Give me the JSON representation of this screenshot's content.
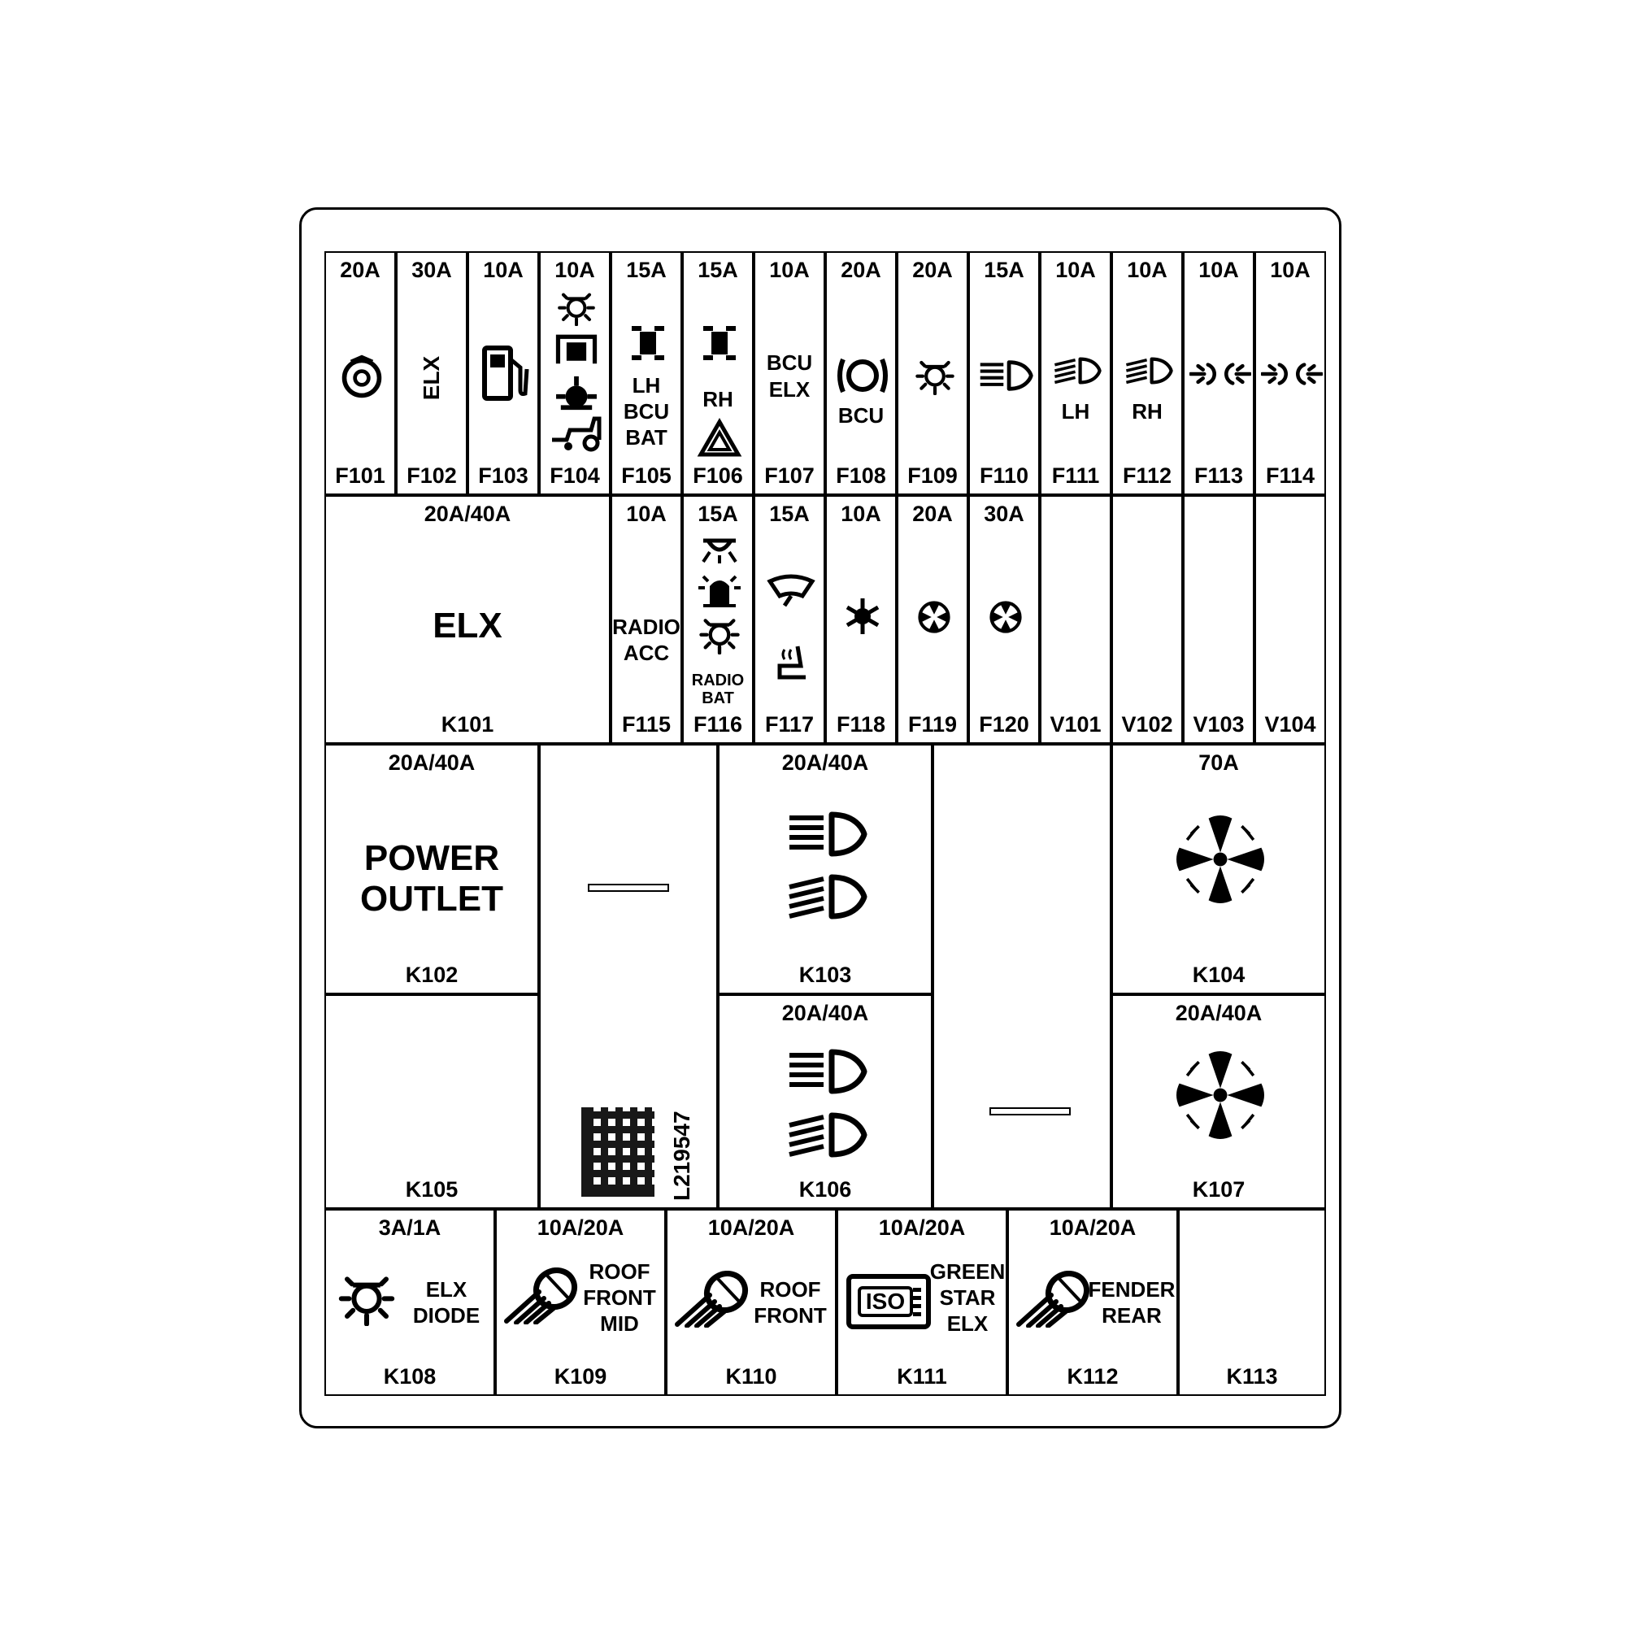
{
  "row1": [
    {
      "id": "F101",
      "rating": "20A"
    },
    {
      "id": "F102",
      "rating": "30A",
      "text": "ELX"
    },
    {
      "id": "F103",
      "rating": "10A"
    },
    {
      "id": "F104",
      "rating": "10A"
    },
    {
      "id": "F105",
      "rating": "15A",
      "lines": [
        "LH",
        "BCU",
        "BAT"
      ]
    },
    {
      "id": "F106",
      "rating": "15A",
      "text": "RH"
    },
    {
      "id": "F107",
      "rating": "10A",
      "lines": [
        "BCU",
        "ELX"
      ]
    },
    {
      "id": "F108",
      "rating": "20A",
      "text": "BCU"
    },
    {
      "id": "F109",
      "rating": "20A"
    },
    {
      "id": "F110",
      "rating": "15A"
    },
    {
      "id": "F111",
      "rating": "10A",
      "text": "LH"
    },
    {
      "id": "F112",
      "rating": "10A",
      "text": "RH"
    },
    {
      "id": "F113",
      "rating": "10A"
    },
    {
      "id": "F114",
      "rating": "10A"
    }
  ],
  "row2": {
    "K101": {
      "rating": "20A/40A",
      "text": "ELX",
      "id": "K101"
    },
    "F115": {
      "rating": "10A",
      "lines": [
        "RADIO",
        "ACC"
      ],
      "id": "F115"
    },
    "F116": {
      "rating": "15A",
      "lines": [
        "RADIO",
        "BAT"
      ],
      "id": "F116"
    },
    "F117": {
      "rating": "15A",
      "id": "F117"
    },
    "F118": {
      "rating": "10A",
      "id": "F118"
    },
    "F119": {
      "rating": "20A",
      "id": "F119"
    },
    "F120": {
      "rating": "30A",
      "id": "F120"
    },
    "V101": {
      "id": "V101"
    },
    "V102": {
      "id": "V102"
    },
    "V103": {
      "id": "V103"
    },
    "V104": {
      "id": "V104"
    }
  },
  "relays": {
    "K102": {
      "rating": "20A/40A",
      "lines": [
        "POWER",
        "OUTLET"
      ],
      "id": "K102"
    },
    "K103": {
      "rating": "20A/40A",
      "id": "K103"
    },
    "K104": {
      "rating": "70A",
      "id": "K104"
    },
    "K105": {
      "id": "K105"
    },
    "K106": {
      "rating": "20A/40A",
      "id": "K106"
    },
    "K107": {
      "rating": "20A/40A",
      "id": "K107"
    },
    "part_number": "L219547"
  },
  "row4": {
    "K108": {
      "rating": "3A/1A",
      "lines": [
        "ELX",
        "DIODE"
      ],
      "id": "K108"
    },
    "K109": {
      "rating": "10A/20A",
      "lines": [
        "ROOF",
        "FRONT",
        "MID"
      ],
      "id": "K109"
    },
    "K110": {
      "rating": "10A/20A",
      "lines": [
        "ROOF",
        "FRONT"
      ],
      "id": "K110"
    },
    "K111": {
      "rating": "10A/20A",
      "lines": [
        "GREEN",
        "STAR",
        "ELX"
      ],
      "badge": "ISO",
      "id": "K111"
    },
    "K112": {
      "rating": "10A/20A",
      "lines": [
        "FENDER",
        "REAR"
      ],
      "id": "K112"
    },
    "K113": {
      "id": "K113"
    }
  }
}
